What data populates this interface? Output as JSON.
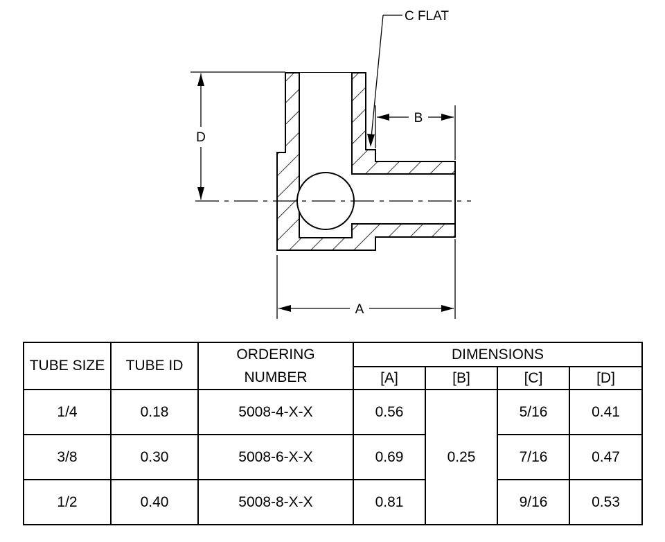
{
  "drawing": {
    "label_c_flat": "C FLAT",
    "label_b": "B",
    "label_d": "D",
    "label_a": "A"
  },
  "table": {
    "headers": {
      "tube_size": "TUBE SIZE",
      "tube_id": "TUBE ID",
      "ordering_line1": "ORDERING",
      "ordering_line2": "NUMBER",
      "dimensions": "DIMENSIONS",
      "dim_a": "[A]",
      "dim_b": "[B]",
      "dim_c": "[C]",
      "dim_d": "[D]"
    },
    "rows": [
      {
        "tube_size": "1/4",
        "tube_id": "0.18",
        "ordering_number": "5008-4-X-X",
        "a": "0.56",
        "c": "5/16",
        "d": "0.41"
      },
      {
        "tube_size": "3/8",
        "tube_id": "0.30",
        "ordering_number": "5008-6-X-X",
        "a": "0.69",
        "c": "7/16",
        "d": "0.47"
      },
      {
        "tube_size": "1/2",
        "tube_id": "0.40",
        "ordering_number": "5008-8-X-X",
        "a": "0.81",
        "c": "9/16",
        "d": "0.53"
      }
    ],
    "b_shared": "0.25"
  }
}
